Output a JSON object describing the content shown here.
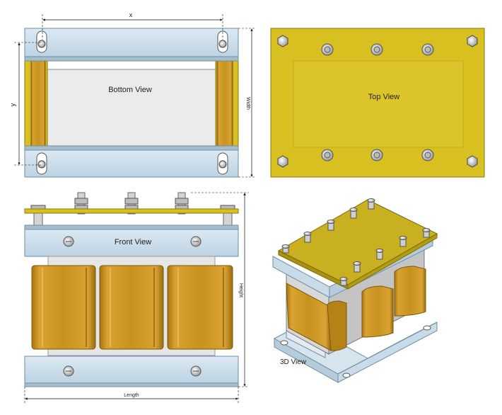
{
  "views": {
    "bottom": "Bottom View",
    "top": "Top View",
    "front": "Front View",
    "three_d": "3D View"
  },
  "dimensions": {
    "x": "x",
    "y": "y",
    "width": "Width",
    "height": "Height",
    "length": "Length"
  },
  "colors": {
    "steel": "#c8dcea",
    "steel_edge": "#6f8ea4",
    "copper": "#c8921e",
    "copper_dark": "#8f6410",
    "board": "#d8c020",
    "board_edge": "#8a7a10",
    "bolt": "#d0d0d0",
    "panel_bg": "#eaeaea"
  }
}
